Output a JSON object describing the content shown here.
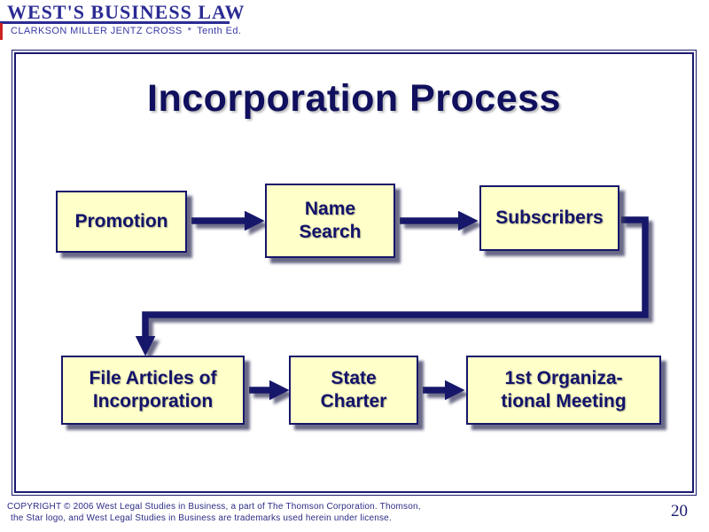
{
  "header": {
    "title": "WEST'S BUSINESS LAW",
    "subtitle": "CLARKSON MILLER JENTZ CROSS",
    "star": "*",
    "edition": "Tenth Ed."
  },
  "slide": {
    "title": "Incorporation Process",
    "boxes": [
      {
        "name": "promotion",
        "lines": [
          "Promotion",
          ""
        ]
      },
      {
        "name": "name-search",
        "lines": [
          "Name",
          "Search"
        ]
      },
      {
        "name": "subscribers",
        "lines": [
          "Subscribers",
          ""
        ]
      },
      {
        "name": "file-articles-of-incorporation",
        "lines": [
          "File Articles of",
          "Incorporation"
        ]
      },
      {
        "name": "state-charter",
        "lines": [
          "State",
          "Charter"
        ]
      },
      {
        "name": "first-organizational-meeting",
        "lines": [
          "1st Organiza-",
          "tional Meeting"
        ]
      }
    ],
    "flow_order": [
      "Promotion",
      "Name Search",
      "Subscribers",
      "File Articles of Incorporation",
      "State Charter",
      "1st Organizational Meeting"
    ]
  },
  "footer": {
    "copyright_line1": "COPYRIGHT © 2006 West Legal Studies in Business, a part of The Thomson Corporation. Thomson,",
    "copyright_line2": "the Star logo, and West Legal Studies in Business are trademarks used herein under license.",
    "page_number": "20"
  },
  "colors": {
    "navy": "#1a1a70",
    "header_navy": "#2b2b94",
    "box_fill": "#ffffc9",
    "box_text": "#13136a",
    "red_accent": "#cc2222"
  }
}
